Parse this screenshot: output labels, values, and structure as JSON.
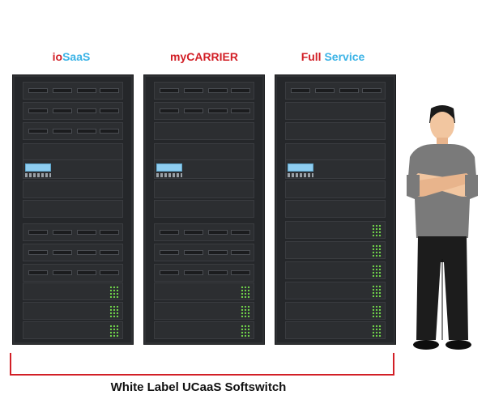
{
  "racks": [
    {
      "label_part1": "io",
      "label_part2": "SaaS",
      "color1": "#d21f26",
      "color2": "#3bb3e6"
    },
    {
      "label_part1": "my",
      "label_part2": "CARRIER",
      "color1": "#d21f26",
      "color2": "#3bb3e6"
    },
    {
      "label_part1": "Full ",
      "label_part2": "Service",
      "color1": "#d21f26",
      "color2": "#3bb3e6"
    }
  ],
  "caption": "White Label UCaaS Softswitch",
  "colors": {
    "accent_red": "#d21f26",
    "accent_blue": "#3bb3e6",
    "rack": "#25272a",
    "led": "#6fd14a",
    "lcd": "#8ecdf0"
  },
  "icons": [
    "server-rack-icon",
    "person-illustration"
  ]
}
